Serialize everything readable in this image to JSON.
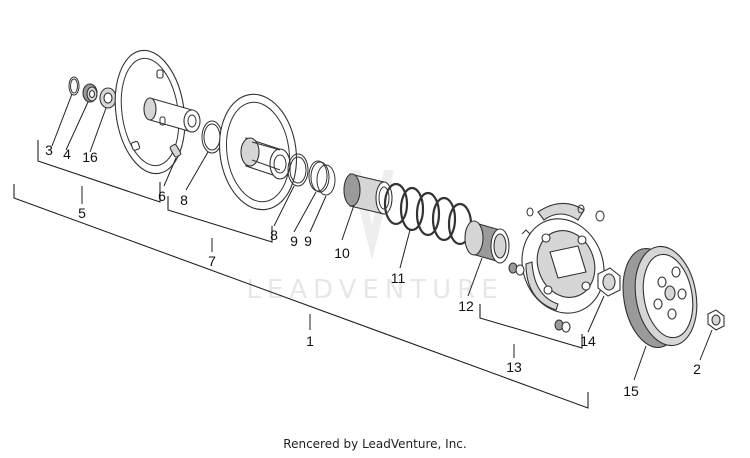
{
  "callouts": {
    "c1": "1",
    "c2": "2",
    "c3": "3",
    "c4": "4",
    "c5": "5",
    "c6": "6",
    "c7": "7",
    "c8a": "8",
    "c8b": "8",
    "c9a": "9",
    "c9b": "9",
    "c10": "10",
    "c11": "11",
    "c12": "12",
    "c13": "13",
    "c14": "14",
    "c15": "15",
    "c16": "16"
  },
  "watermark": "LEADVENTURE",
  "credit": "Rencered by LeadVenture, Inc."
}
